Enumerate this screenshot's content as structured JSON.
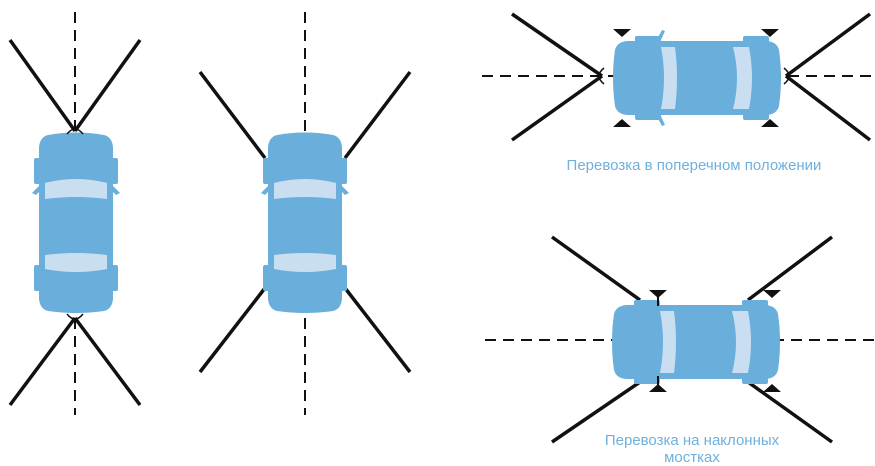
{
  "colors": {
    "car_body": "#6aaedb",
    "car_glass": "#c9def0",
    "car_outline": "#5a9fcf",
    "strap": "#111111",
    "guide_line": "#111111",
    "caption": "#6fb0dd"
  },
  "captions": {
    "transverse": "Перевозка в поперечном положении",
    "ramps_line1": "Перевозка на наклонных",
    "ramps_line2": "мостках"
  }
}
